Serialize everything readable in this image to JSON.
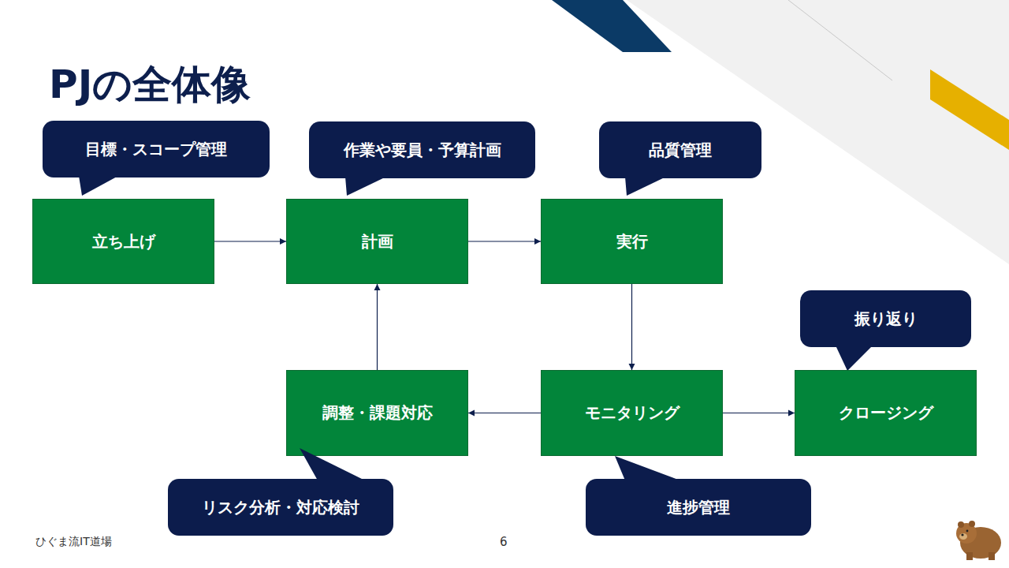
{
  "diagram": {
    "title": "PJの全体像",
    "nodes": [
      {
        "text": [
          "目標・スコープ管理"
        ]
      },
      {
        "text": [
          "作業や要員・予算計画"
        ]
      },
      {
        "text": [
          "品質管理"
        ]
      },
      {
        "text": [
          "立ち上げ"
        ]
      },
      {
        "text": [
          "計画"
        ]
      },
      {
        "text": [
          "実行"
        ]
      },
      {
        "text": [
          "振り返り"
        ]
      },
      {
        "text": [
          "調整・課題対応"
        ]
      },
      {
        "text": [
          "モニタリング"
        ]
      },
      {
        "text": [
          "クロージング"
        ]
      },
      {
        "text": [
          "リスク分析・対応検討"
        ]
      },
      {
        "text": [
          "進捗管理"
        ]
      }
    ],
    "edges": [
      {
        "from": 3,
        "to": 4,
        "arrow": "to"
      },
      {
        "from": 4,
        "to": 5,
        "arrow": "to"
      },
      {
        "from": 5,
        "to": 8,
        "arrow": "to"
      },
      {
        "from": 8,
        "to": 7,
        "arrow": "to"
      },
      {
        "from": 7,
        "to": 4,
        "arrow": "to"
      },
      {
        "from": 8,
        "to": 9,
        "arrow": "to"
      }
    ],
    "labels": [
      "ひぐま流IT道場",
      "6"
    ]
  }
}
